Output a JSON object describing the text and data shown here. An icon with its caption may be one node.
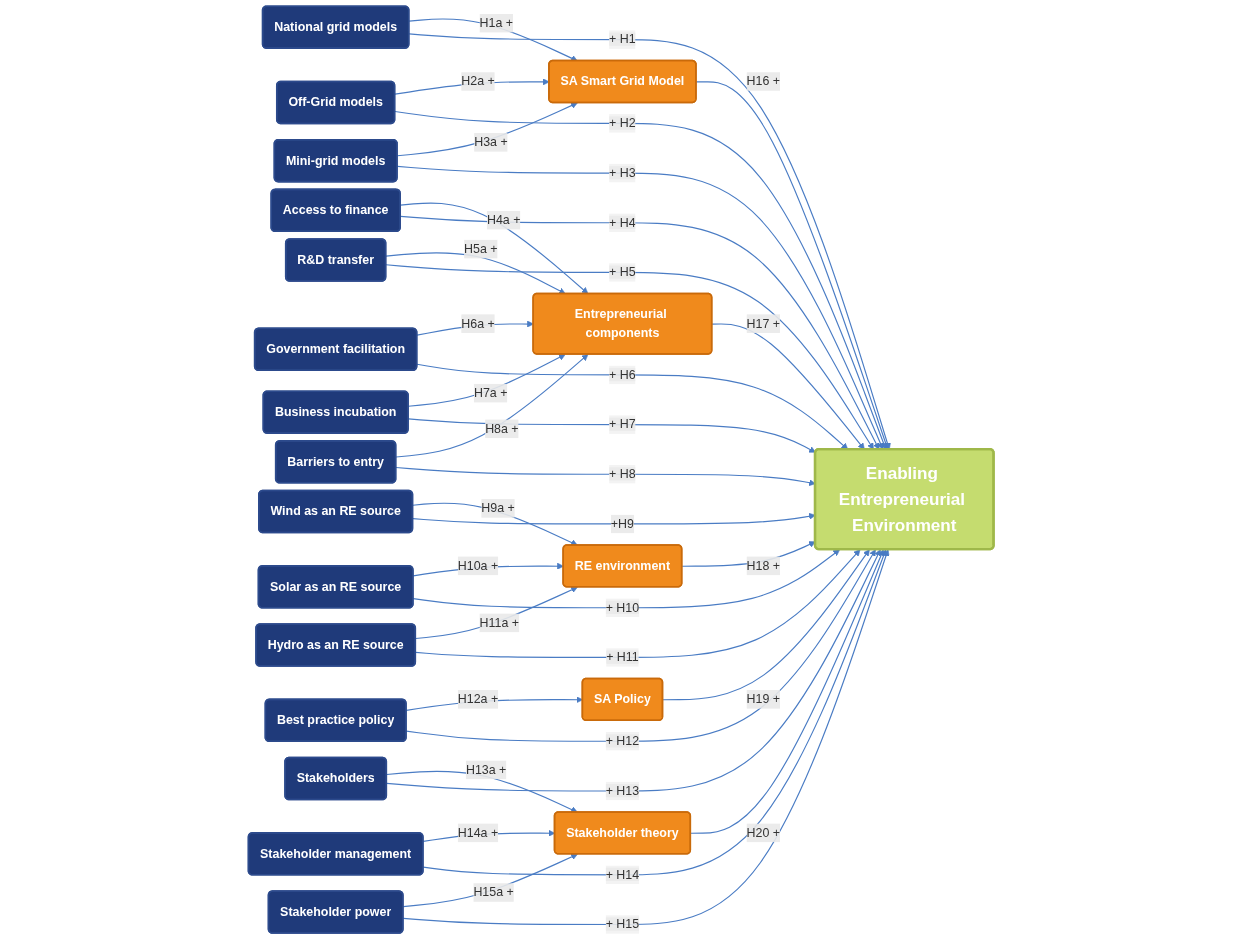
{
  "diagram": {
    "nodes": [
      {
        "text": [
          "National grid models"
        ]
      },
      {
        "text": [
          "Off-Grid  models"
        ]
      },
      {
        "text": [
          "Mini-grid models"
        ]
      },
      {
        "text": [
          "Access  to finance"
        ]
      },
      {
        "text": [
          "R&D  transfer"
        ]
      },
      {
        "text": [
          "Government facilitation"
        ]
      },
      {
        "text": [
          "Business  incubation"
        ]
      },
      {
        "text": [
          "Barriers to entry"
        ]
      },
      {
        "text": [
          "Wind as an RE source"
        ]
      },
      {
        "text": [
          "Solar as an RE source"
        ]
      },
      {
        "text": [
          "Hydro as an RE source"
        ]
      },
      {
        "text": [
          "Best practice policy"
        ]
      },
      {
        "text": [
          "Stakeholders"
        ]
      },
      {
        "text": [
          "Stakeholder management"
        ]
      },
      {
        "text": [
          "Stakeholder power"
        ]
      },
      {
        "text": [
          "SA Smart Grid Model"
        ]
      },
      {
        "text": [
          "Entrepreneurial components"
        ]
      },
      {
        "text": [
          "RE environment"
        ]
      },
      {
        "text": [
          "SA Policy"
        ]
      },
      {
        "text": [
          "Stakeholder  theory"
        ]
      },
      {
        "text": [
          "Enabling Entrepreneurial Environment"
        ]
      }
    ],
    "edges": [
      {
        "from": 0,
        "to": 15,
        "arrow": "to",
        "label": "H1a +"
      },
      {
        "from": 1,
        "to": 15,
        "arrow": "to",
        "label": "H2a +"
      },
      {
        "from": 2,
        "to": 15,
        "arrow": "to",
        "label": "H3a +"
      },
      {
        "from": 3,
        "to": 16,
        "arrow": "to",
        "label": "H4a +"
      },
      {
        "from": 4,
        "to": 16,
        "arrow": "to",
        "label": "H5a +"
      },
      {
        "from": 5,
        "to": 16,
        "arrow": "to",
        "label": "H6a +"
      },
      {
        "from": 6,
        "to": 16,
        "arrow": "to",
        "label": "H7a +"
      },
      {
        "from": 7,
        "to": 16,
        "arrow": "to",
        "label": "H8a +"
      },
      {
        "from": 8,
        "to": 17,
        "arrow": "to",
        "label": "H9a +"
      },
      {
        "from": 9,
        "to": 17,
        "arrow": "to",
        "label": "H10a +"
      },
      {
        "from": 10,
        "to": 17,
        "arrow": "to",
        "label": "H11a +"
      },
      {
        "from": 11,
        "to": 18,
        "arrow": "to",
        "label": "H12a +"
      },
      {
        "from": 12,
        "to": 19,
        "arrow": "to",
        "label": "H13a +"
      },
      {
        "from": 13,
        "to": 19,
        "arrow": "to",
        "label": "H14a +"
      },
      {
        "from": 14,
        "to": 19,
        "arrow": "to",
        "label": "H15a +"
      },
      {
        "from": 15,
        "to": 20,
        "arrow": "to",
        "label": "H16 +"
      },
      {
        "from": 16,
        "to": 20,
        "arrow": "to",
        "label": "H17 +"
      },
      {
        "from": 17,
        "to": 20,
        "arrow": "to",
        "label": "H18 +"
      },
      {
        "from": 18,
        "to": 20,
        "arrow": "to",
        "label": "H19 +"
      },
      {
        "from": 19,
        "to": 20,
        "arrow": "to",
        "label": "H20 +"
      },
      {
        "from": 0,
        "to": 20,
        "arrow": "to",
        "label": "+ H1"
      },
      {
        "from": 1,
        "to": 20,
        "arrow": "to",
        "label": "+ H2"
      },
      {
        "from": 2,
        "to": 20,
        "arrow": "to",
        "label": "+ H3"
      },
      {
        "from": 3,
        "to": 20,
        "arrow": "to",
        "label": "+ H4"
      },
      {
        "from": 4,
        "to": 20,
        "arrow": "to",
        "label": "+ H5"
      },
      {
        "from": 5,
        "to": 20,
        "arrow": "to",
        "label": "+ H6"
      },
      {
        "from": 6,
        "to": 20,
        "arrow": "to",
        "label": "+ H7"
      },
      {
        "from": 7,
        "to": 20,
        "arrow": "to",
        "label": "+ H8"
      },
      {
        "from": 8,
        "to": 20,
        "arrow": "to",
        "label": "+H9"
      },
      {
        "from": 9,
        "to": 20,
        "arrow": "to",
        "label": "+ H10"
      },
      {
        "from": 10,
        "to": 20,
        "arrow": "to",
        "label": "+ H11"
      },
      {
        "from": 11,
        "to": 20,
        "arrow": "to",
        "label": "+ H12"
      },
      {
        "from": 12,
        "to": 20,
        "arrow": "to",
        "label": "+ H13"
      },
      {
        "from": 13,
        "to": 20,
        "arrow": "to",
        "label": "+ H14"
      },
      {
        "from": 14,
        "to": 20,
        "arrow": "to",
        "label": "+ H15"
      }
    ]
  }
}
